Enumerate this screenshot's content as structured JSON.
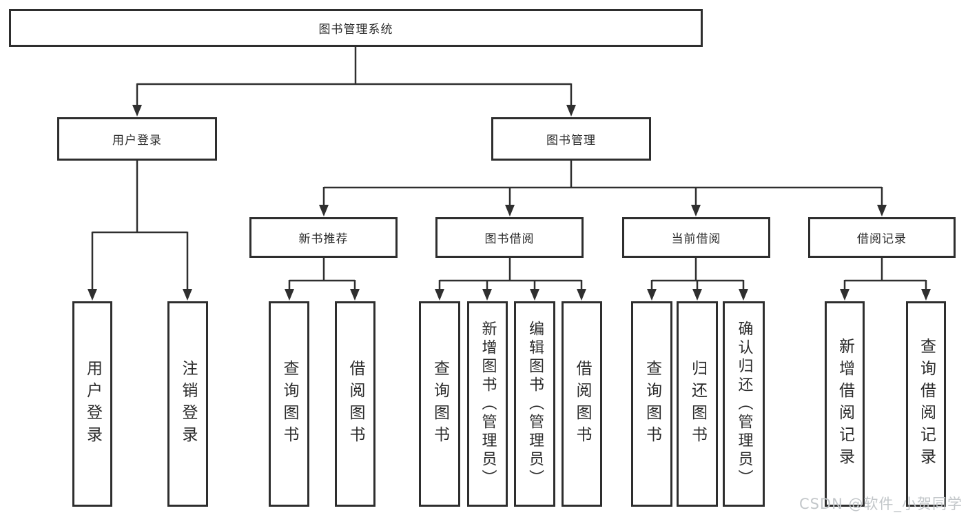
{
  "tree": {
    "label": "图书管理系统",
    "children": [
      {
        "label": "用户登录",
        "children": [
          {
            "label": "用户登录"
          },
          {
            "label": "注销登录"
          }
        ]
      },
      {
        "label": "图书管理",
        "children": [
          {
            "label": "新书推荐",
            "children": [
              {
                "label": "查询图书"
              },
              {
                "label": "借阅图书"
              }
            ]
          },
          {
            "label": "图书借阅",
            "children": [
              {
                "label": "查询图书"
              },
              {
                "label": "新增图书（管理员）"
              },
              {
                "label": "编辑图书（管理员）"
              },
              {
                "label": "借阅图书"
              }
            ]
          },
          {
            "label": "当前借阅",
            "children": [
              {
                "label": "查询图书"
              },
              {
                "label": "归还图书"
              },
              {
                "label": "确认归还（管理员）"
              }
            ]
          },
          {
            "label": "借阅记录",
            "children": [
              {
                "label": "新增借阅记录"
              },
              {
                "label": "查询借阅记录"
              }
            ]
          }
        ]
      }
    ]
  },
  "watermark": {
    "text": "CSDN @软件_小贺同学"
  },
  "colors": {
    "box_border": "#2e2e2e",
    "connector": "#2f2f2f",
    "text": "#2b2b2b",
    "background": "#ffffff",
    "watermark": "#c3c7ca"
  }
}
